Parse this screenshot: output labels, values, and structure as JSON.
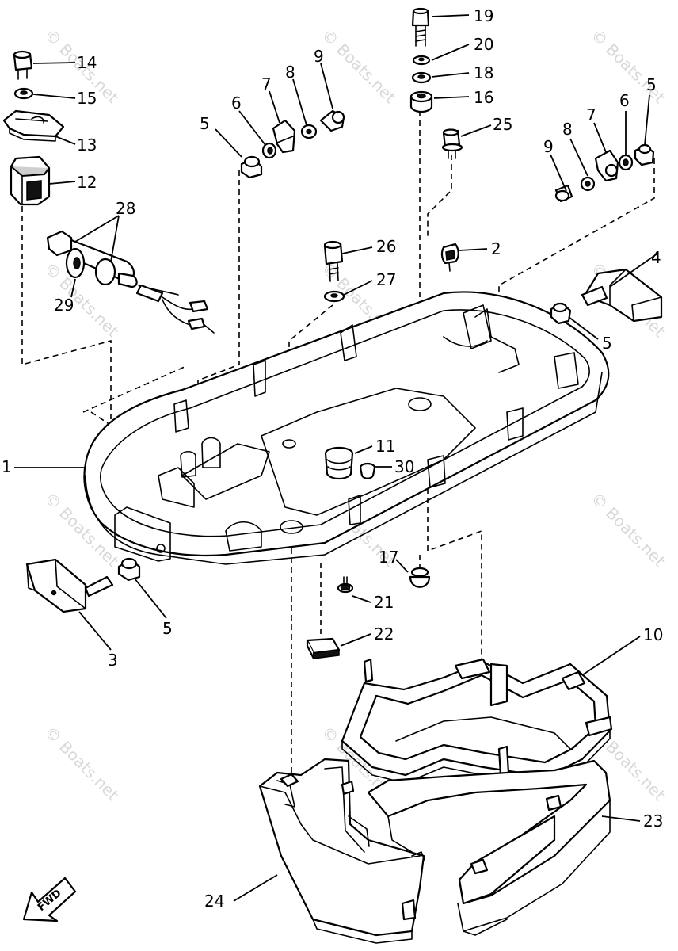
{
  "diagram": {
    "watermark": "© Boats.net",
    "fwd_label": "FWD",
    "callouts": {
      "c1": "1",
      "c2": "2",
      "c3": "3",
      "c4": "4",
      "c5a": "5",
      "c5b": "5",
      "c5c": "5",
      "c5d": "5",
      "c6a": "6",
      "c6b": "6",
      "c7a": "7",
      "c7b": "7",
      "c8a": "8",
      "c8b": "8",
      "c9a": "9",
      "c9b": "9",
      "c10": "10",
      "c11": "11",
      "c12": "12",
      "c13": "13",
      "c14": "14",
      "c15": "15",
      "c16": "16",
      "c17": "17",
      "c18": "18",
      "c19": "19",
      "c20": "20",
      "c21": "21",
      "c22": "22",
      "c23": "23",
      "c24": "24",
      "c25": "25",
      "c26": "26",
      "c27": "27",
      "c28": "28",
      "c29": "29",
      "c30": "30"
    }
  }
}
